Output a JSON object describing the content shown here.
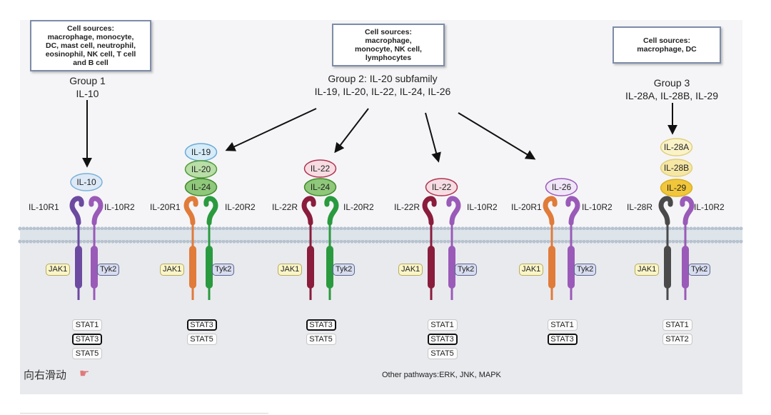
{
  "groups": [
    {
      "source": "Cell sources:\nmacrophage, monocyte,\nDC, mast cell, neutrophil,\neosinophil, NK cell, T cell\nand B cell",
      "title": "Group 1",
      "members": "IL-10"
    },
    {
      "source": "Cell sources:\nmacrophage,\nmonocyte, NK cell,\nlymphocytes",
      "title": "Group 2: IL-20 subfamily",
      "members": "IL-19, IL-20, IL-22, IL-24, IL-26"
    },
    {
      "source": "Cell sources:\nmacrophage, DC",
      "title": "Group 3",
      "members": "IL-28A, IL-28B, IL-29"
    }
  ],
  "receptors": [
    {
      "left": "IL-10R1",
      "right": "IL-10R2",
      "ligands": [
        "IL-10"
      ],
      "stats": [
        "STAT1",
        "STAT3",
        "STAT5"
      ],
      "emph": [
        false,
        true,
        false
      ]
    },
    {
      "left": "IL-20R1",
      "right": "IL-20R2",
      "ligands": [
        "IL-19",
        "IL-20",
        "IL-24"
      ],
      "stats": [
        "STAT3",
        "STAT5"
      ],
      "emph": [
        true,
        false
      ]
    },
    {
      "left": "IL-22R",
      "right": "IL-20R2",
      "ligands": [
        "IL-22",
        "IL-24"
      ],
      "stats": [
        "STAT3",
        "STAT5"
      ],
      "emph": [
        true,
        false
      ]
    },
    {
      "left": "IL-22R",
      "right": "IL-10R2",
      "ligands": [
        "IL-22"
      ],
      "stats": [
        "STAT1",
        "STAT3",
        "STAT5"
      ],
      "emph": [
        false,
        true,
        false
      ]
    },
    {
      "left": "IL-20R1",
      "right": "IL-10R2",
      "ligands": [
        "IL-26"
      ],
      "stats": [
        "STAT1",
        "STAT3"
      ],
      "emph": [
        false,
        true
      ]
    },
    {
      "left": "IL-28R",
      "right": "IL-10R2",
      "ligands": [
        "IL-28A",
        "IL-28B",
        "IL-29"
      ],
      "stats": [
        "STAT1",
        "STAT2"
      ],
      "emph": [
        false,
        false
      ]
    }
  ],
  "kinases": {
    "left": "JAK1",
    "right": "Tyk2"
  },
  "other_pathways": "Other pathways:ERK, JNK, MAPK",
  "swipe_hint": "向右滑动",
  "colors": {
    "IL-10": "#6b4aa0",
    "IL-20R1": "#e07b3a",
    "IL-20R2": "#2a9a3f",
    "IL-22R": "#8a1c3c",
    "IL-10R2": "#9a5ab8",
    "IL-28R": "#4a4a4a",
    "jak_fill": "#faf5c8",
    "tyk_fill": "#d8dcef"
  }
}
